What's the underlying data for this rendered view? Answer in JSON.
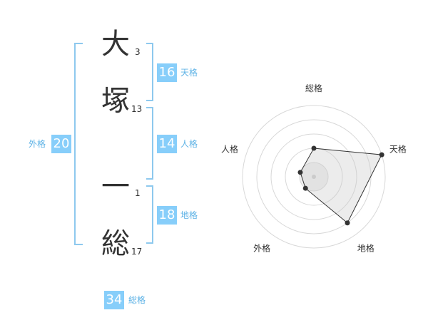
{
  "characters": [
    {
      "char": "大",
      "strokes": "3"
    },
    {
      "char": "塚",
      "strokes": "13"
    },
    {
      "char": "一",
      "strokes": "1"
    },
    {
      "char": "総",
      "strokes": "17"
    }
  ],
  "grades": {
    "tenkaku": {
      "value": "16",
      "label": "天格"
    },
    "jinkaku": {
      "value": "14",
      "label": "人格"
    },
    "chikaku": {
      "value": "18",
      "label": "地格"
    },
    "gaikaku": {
      "value": "20",
      "label": "外格"
    },
    "soukaku": {
      "value": "34",
      "label": "総格"
    }
  },
  "colors": {
    "accent": "#87cefa",
    "bracket": "#8ec9ee",
    "polygon_fill": "#eeeeee"
  },
  "chart_data": {
    "type": "radar",
    "axes": [
      "総格",
      "天格",
      "地格",
      "外格",
      "人格"
    ],
    "values": [
      2,
      5,
      4,
      1,
      1
    ],
    "max": 5
  }
}
